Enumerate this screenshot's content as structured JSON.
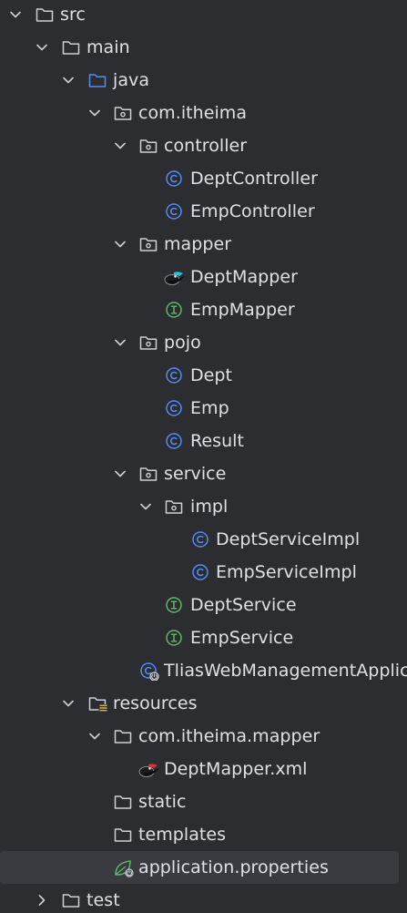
{
  "project_tree": {
    "items": [
      {
        "label": "src",
        "icon": "folder-icon",
        "expanded": true
      },
      {
        "label": "main",
        "icon": "folder-icon",
        "expanded": true
      },
      {
        "label": "java",
        "icon": "source-folder-icon",
        "expanded": true
      },
      {
        "label": "com.itheima",
        "icon": "package-icon",
        "expanded": true
      },
      {
        "label": "controller",
        "icon": "package-icon",
        "expanded": true
      },
      {
        "label": "DeptController",
        "icon": "class-icon"
      },
      {
        "label": "EmpController",
        "icon": "class-icon"
      },
      {
        "label": "mapper",
        "icon": "package-icon",
        "expanded": true
      },
      {
        "label": "DeptMapper",
        "icon": "mybatis-bird-icon"
      },
      {
        "label": "EmpMapper",
        "icon": "interface-icon"
      },
      {
        "label": "pojo",
        "icon": "package-icon",
        "expanded": true
      },
      {
        "label": "Dept",
        "icon": "class-icon"
      },
      {
        "label": "Emp",
        "icon": "class-icon"
      },
      {
        "label": "Result",
        "icon": "class-icon"
      },
      {
        "label": "service",
        "icon": "package-icon",
        "expanded": true
      },
      {
        "label": "impl",
        "icon": "package-icon",
        "expanded": true
      },
      {
        "label": "DeptServiceImpl",
        "icon": "class-icon"
      },
      {
        "label": "EmpServiceImpl",
        "icon": "class-icon"
      },
      {
        "label": "DeptService",
        "icon": "interface-icon"
      },
      {
        "label": "EmpService",
        "icon": "interface-icon"
      },
      {
        "label": "TliasWebManagementApplication",
        "icon": "spring-boot-class-icon"
      },
      {
        "label": "resources",
        "icon": "resources-folder-icon",
        "expanded": true
      },
      {
        "label": "com.itheima.mapper",
        "icon": "folder-icon",
        "expanded": true
      },
      {
        "label": "DeptMapper.xml",
        "icon": "mybatis-bird-icon"
      },
      {
        "label": "static",
        "icon": "folder-icon"
      },
      {
        "label": "templates",
        "icon": "folder-icon"
      },
      {
        "label": "application.properties",
        "icon": "spring-properties-icon",
        "selected": true
      },
      {
        "label": "test",
        "icon": "folder-icon",
        "expanded": false
      }
    ]
  },
  "colors": {
    "background": "#2b2d30",
    "selection": "#393b40",
    "text": "#dfe1e5",
    "icon_outline": "#ced0d6",
    "source_folder": "#548af7",
    "class_blue": "#548af7",
    "interface_green": "#5fb865",
    "spring_green": "#5fb865"
  }
}
